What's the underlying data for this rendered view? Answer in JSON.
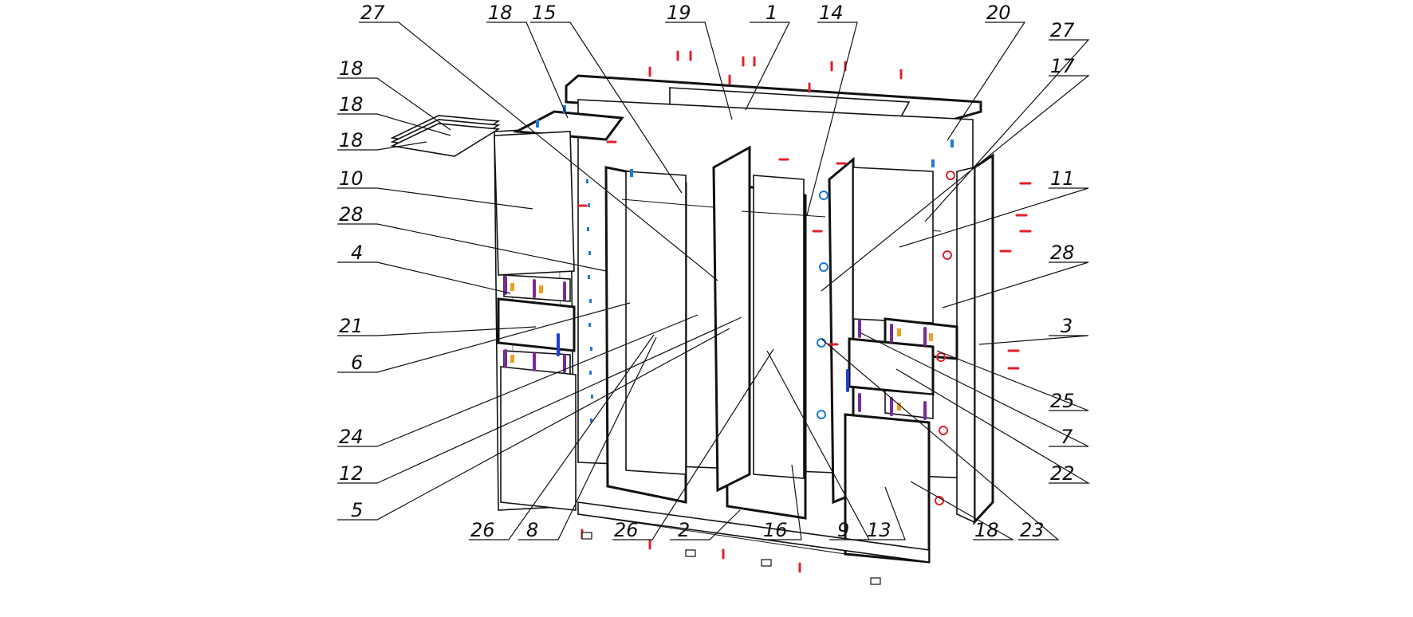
{
  "callouts": [
    {
      "id": "c-27-a",
      "label": "27"
    },
    {
      "id": "c-18-a",
      "label": "18"
    },
    {
      "id": "c-15",
      "label": "15"
    },
    {
      "id": "c-19",
      "label": "19"
    },
    {
      "id": "c-1",
      "label": "1"
    },
    {
      "id": "c-14",
      "label": "14"
    },
    {
      "id": "c-20",
      "label": "20"
    },
    {
      "id": "c-27-b",
      "label": "27"
    },
    {
      "id": "c-17",
      "label": "17"
    },
    {
      "id": "c-18-b",
      "label": "18"
    },
    {
      "id": "c-18-c",
      "label": "18"
    },
    {
      "id": "c-18-d",
      "label": "18"
    },
    {
      "id": "c-10",
      "label": "10"
    },
    {
      "id": "c-28-a",
      "label": "28"
    },
    {
      "id": "c-4",
      "label": "4"
    },
    {
      "id": "c-21",
      "label": "21"
    },
    {
      "id": "c-6",
      "label": "6"
    },
    {
      "id": "c-24",
      "label": "24"
    },
    {
      "id": "c-12",
      "label": "12"
    },
    {
      "id": "c-5",
      "label": "5"
    },
    {
      "id": "c-11",
      "label": "11"
    },
    {
      "id": "c-28-b",
      "label": "28"
    },
    {
      "id": "c-3",
      "label": "3"
    },
    {
      "id": "c-25",
      "label": "25"
    },
    {
      "id": "c-7",
      "label": "7"
    },
    {
      "id": "c-22",
      "label": "22"
    },
    {
      "id": "c-23",
      "label": "23"
    },
    {
      "id": "c-18-e",
      "label": "18"
    },
    {
      "id": "c-26-a",
      "label": "26"
    },
    {
      "id": "c-8",
      "label": "8"
    },
    {
      "id": "c-26-b",
      "label": "26"
    },
    {
      "id": "c-2",
      "label": "2"
    },
    {
      "id": "c-16",
      "label": "16"
    },
    {
      "id": "c-9",
      "label": "9"
    },
    {
      "id": "c-13",
      "label": "13"
    }
  ],
  "colors": {
    "line": "#111111",
    "fastener_red": "#e0202a",
    "fastener_blue": "#1e78d8",
    "fastener_purple": "#7a2a9a",
    "fastener_orange": "#f0a020",
    "handle_blue": "#1f3fd0"
  }
}
